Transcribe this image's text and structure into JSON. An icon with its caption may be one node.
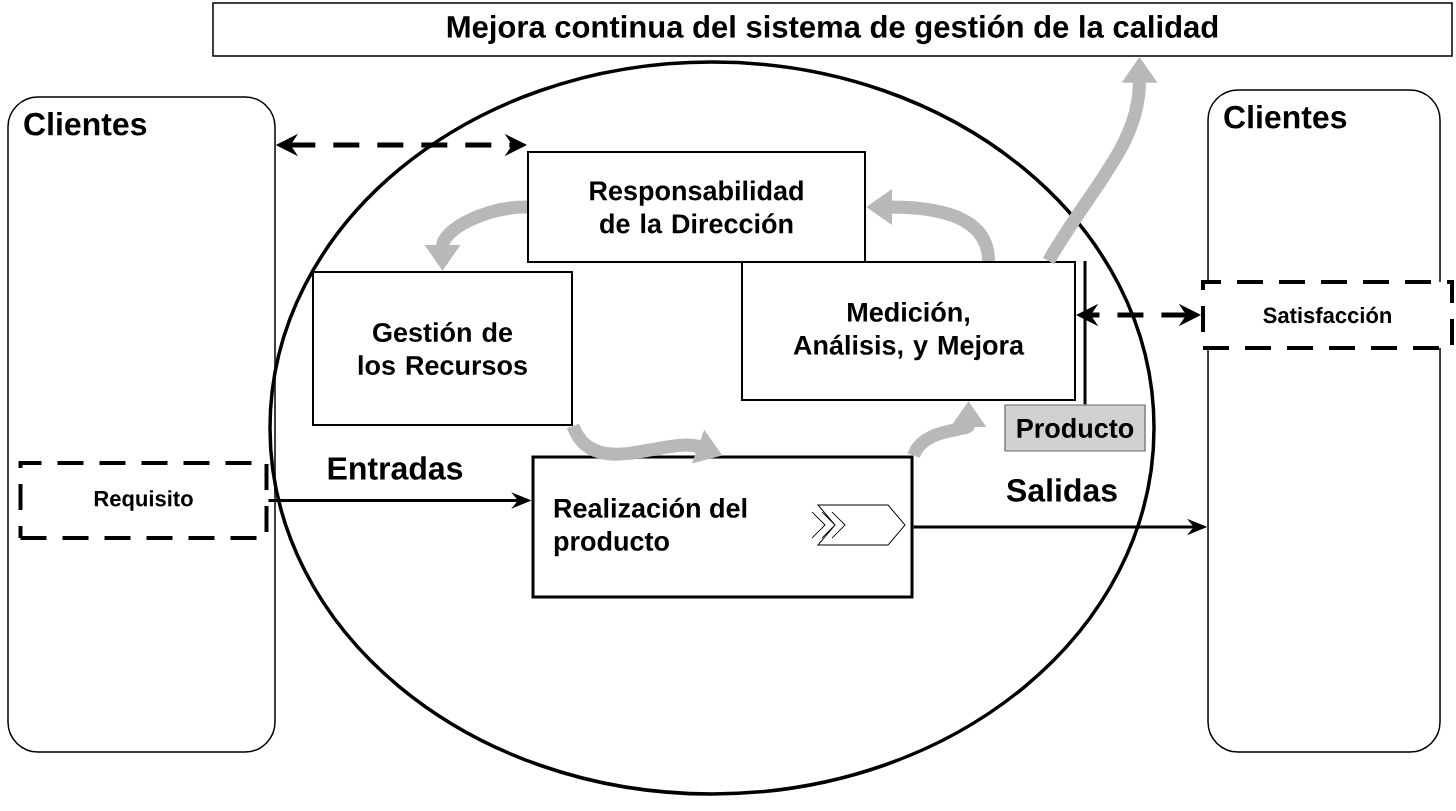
{
  "diagram": {
    "nodes": [
      {
        "text": [
          "Mejora continua del sistema de gestión de la calidad"
        ]
      },
      {
        "text": [
          "Clientes"
        ]
      },
      {
        "text": [
          "Clientes"
        ]
      },
      {
        "text": [
          "Responsabilidad de la Dirección"
        ]
      },
      {
        "text": [
          "Gestión de los Recursos"
        ]
      },
      {
        "text": [
          "Medición, Análisis, y Mejora"
        ]
      },
      {
        "text": [
          "Realización del producto"
        ]
      },
      {
        "text": [
          "Requisito"
        ],
        "in": 1
      },
      {
        "text": [
          "Satisfacción"
        ]
      },
      {
        "text": [
          "Producto"
        ]
      }
    ],
    "edges": [
      {
        "from": 1,
        "to": 3,
        "arrow": "both",
        "style": "dashed"
      },
      {
        "from": 3,
        "to": 4,
        "arrow": "to",
        "style": "thick",
        "color": "#b8b8b8"
      },
      {
        "from": 4,
        "to": 6,
        "arrow": "to",
        "style": "thick",
        "color": "#b8b8b8"
      },
      {
        "from": 6,
        "to": 5,
        "arrow": "to",
        "style": "thick",
        "color": "#b8b8b8"
      },
      {
        "from": 5,
        "to": 3,
        "arrow": "to",
        "style": "thick",
        "color": "#b8b8b8"
      },
      {
        "from": 5,
        "to": 0,
        "arrow": "to",
        "style": "thick",
        "color": "#b8b8b8"
      },
      {
        "from": 7,
        "to": 6,
        "arrow": "to",
        "label": "Entradas"
      },
      {
        "from": 6,
        "to": 2,
        "arrow": "to",
        "label": "Salidas"
      },
      {
        "from": 8,
        "to": 5,
        "arrow": "both",
        "style": "dashed"
      },
      {
        "from": 9,
        "to": 5,
        "arrow": "none"
      }
    ]
  }
}
